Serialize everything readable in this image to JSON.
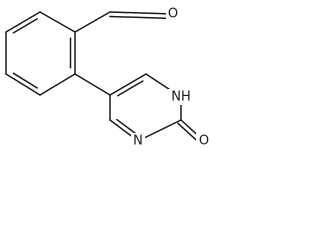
{
  "structure": {
    "atoms": [
      {
        "id": "a1",
        "element": "C",
        "label": ""
      },
      {
        "id": "a2",
        "element": "C",
        "label": ""
      },
      {
        "id": "a3",
        "element": "C",
        "label": ""
      },
      {
        "id": "a4",
        "element": "C",
        "label": ""
      },
      {
        "id": "a5",
        "element": "C",
        "label": ""
      },
      {
        "id": "a6",
        "element": "C",
        "label": ""
      },
      {
        "id": "a7",
        "element": "C",
        "label": ""
      },
      {
        "id": "a8",
        "element": "O",
        "label": "O"
      },
      {
        "id": "b1",
        "element": "C",
        "label": ""
      },
      {
        "id": "b2",
        "element": "C",
        "label": ""
      },
      {
        "id": "b3",
        "element": "N",
        "label": "NH"
      },
      {
        "id": "b4",
        "element": "C",
        "label": ""
      },
      {
        "id": "b5",
        "element": "N",
        "label": "N"
      },
      {
        "id": "b6",
        "element": "C",
        "label": ""
      },
      {
        "id": "b7",
        "element": "O",
        "label": "O"
      }
    ],
    "bonds": [
      {
        "from": "a1",
        "to": "a2",
        "order": 1
      },
      {
        "from": "a2",
        "to": "a3",
        "order": 2
      },
      {
        "from": "a3",
        "to": "a4",
        "order": 1
      },
      {
        "from": "a4",
        "to": "a5",
        "order": 2
      },
      {
        "from": "a5",
        "to": "a6",
        "order": 1
      },
      {
        "from": "a6",
        "to": "a1",
        "order": 2
      },
      {
        "from": "a1",
        "to": "a7",
        "order": 1
      },
      {
        "from": "a7",
        "to": "a8",
        "order": 2
      },
      {
        "from": "a6",
        "to": "b1",
        "order": 1
      },
      {
        "from": "b1",
        "to": "b2",
        "order": 2
      },
      {
        "from": "b2",
        "to": "b3",
        "order": 1
      },
      {
        "from": "b3",
        "to": "b4",
        "order": 1
      },
      {
        "from": "b4",
        "to": "b5",
        "order": 1
      },
      {
        "from": "b5",
        "to": "b6",
        "order": 2
      },
      {
        "from": "b6",
        "to": "b1",
        "order": 1
      },
      {
        "from": "b4",
        "to": "b7",
        "order": 2
      }
    ]
  }
}
